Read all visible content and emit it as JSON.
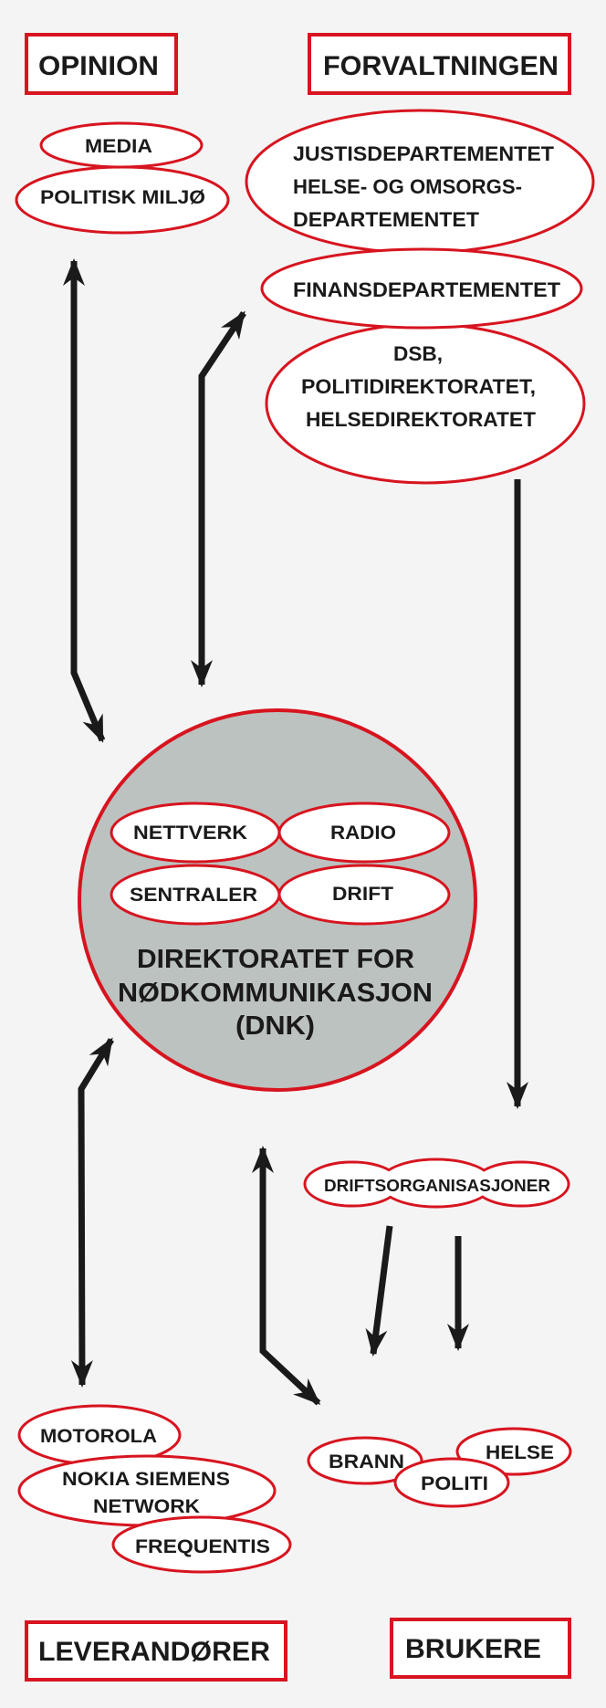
{
  "colors": {
    "accent": "#d7141f",
    "center_fill": "#bcc2bf",
    "background": "#f4f4f4",
    "arrow": "#1a1a1a"
  },
  "groups": {
    "opinion": {
      "title": "OPINION",
      "items": [
        "MEDIA",
        "POLITISK MILJØ"
      ]
    },
    "forvaltningen": {
      "title": "FORVALTNINGEN",
      "items": [
        {
          "lines": [
            "JUSTISDEPARTEMENTET",
            "HELSE- OG OMSORGS-",
            "DEPARTEMENTET"
          ]
        },
        {
          "lines": [
            "FINANSDEPARTEMENTET"
          ]
        },
        {
          "lines": [
            "DSB,",
            "POLITIDIREKTORATET,",
            "HELSEDIREKTORATET"
          ]
        }
      ]
    },
    "center": {
      "units": [
        "NETTVERK",
        "RADIO",
        "SENTRALER",
        "DRIFT"
      ],
      "title_lines": [
        "DIREKTORATET FOR",
        "NØDKOMMUNIKASJON",
        "(DNK)"
      ]
    },
    "driftsorganisasjoner": {
      "label": "DRIFTSORGANISASJONER"
    },
    "leverandorer": {
      "title": "LEVERANDØRER",
      "items": [
        "MOTOROLA",
        "NOKIA SIEMENS",
        "NETWORK",
        "FREQUENTIS"
      ]
    },
    "brukere": {
      "title": "BRUKERE",
      "items": [
        "BRANN",
        "HELSE",
        "POLITI"
      ]
    }
  }
}
